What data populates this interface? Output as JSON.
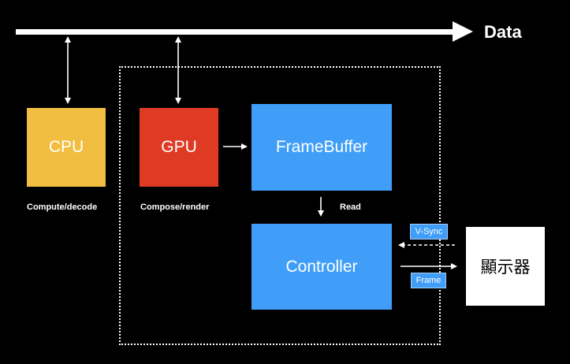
{
  "diagram": {
    "data_bus_label": "Data",
    "cpu": {
      "label": "CPU",
      "caption": "Compute/decode",
      "color": "#F2BE41"
    },
    "gpu": {
      "label": "GPU",
      "caption": "Compose/render",
      "color": "#DF3B24"
    },
    "framebuffer": {
      "label": "FrameBuffer",
      "color": "#409EF8"
    },
    "controller": {
      "label": "Controller",
      "color": "#409EF8"
    },
    "display": {
      "label": "顯示器",
      "color": "#FFFFFF"
    },
    "read_label": "Read",
    "vsync_label": "V-Sync",
    "frame_label": "Frame"
  }
}
